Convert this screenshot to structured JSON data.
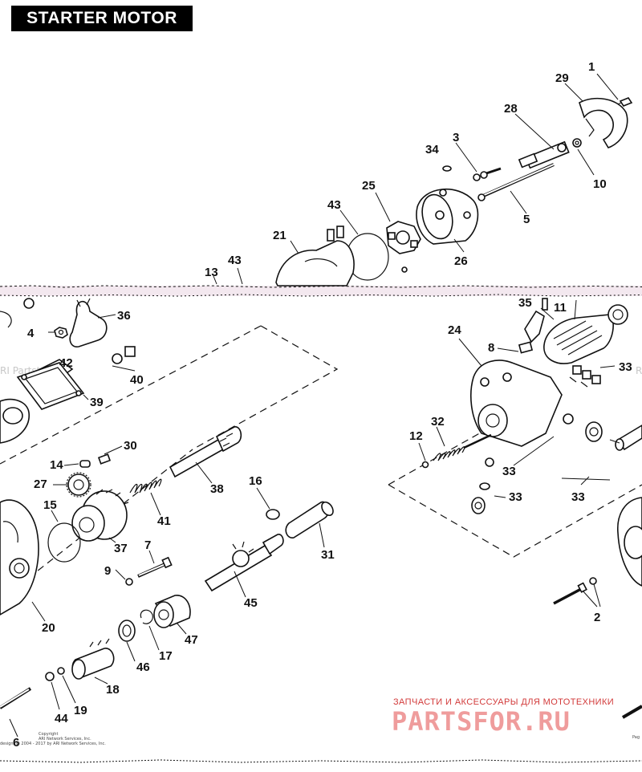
{
  "title": "STARTER MOTOR",
  "watermark": "RI Partstream",
  "copyright": {
    "line1": "Copyright",
    "line2": "ARI Network Services, Inc.",
    "line3": "design (c) 2004 - 2017 by ARI Network Services, Inc."
  },
  "page_label": "Pag",
  "brand": {
    "tagline": "ЗАПЧАСТИ И АКСЕССУАРЫ ДЛЯ МОТОТЕХНИКИ",
    "name": "PARTSFOR.RU",
    "color": "#e24b4b"
  },
  "callouts": {
    "c1": "1",
    "c29": "29",
    "c28": "28",
    "c34": "34",
    "c3": "3",
    "c10": "10",
    "c5": "5",
    "c25": "25",
    "c43a": "43",
    "c21": "21",
    "c43b": "43",
    "c13": "13",
    "c26": "26",
    "c36": "36",
    "c4": "4",
    "c42": "42",
    "c40": "40",
    "c39": "39",
    "c30": "30",
    "c14": "14",
    "c27": "27",
    "c38": "38",
    "c41": "41",
    "c15": "15",
    "c37": "37",
    "c16": "16",
    "c31": "31",
    "c7": "7",
    "c9": "9",
    "c45": "45",
    "c20": "20",
    "c47": "47",
    "c17": "17",
    "c46": "46",
    "c18": "18",
    "c44": "44",
    "c19": "19",
    "c6": "6",
    "c35": "35",
    "c11": "11",
    "c24": "24",
    "c8": "8",
    "c33a": "33",
    "c32": "32",
    "c12": "12",
    "c33b": "33",
    "c33c": "33",
    "c33d": "33",
    "c2": "2"
  }
}
